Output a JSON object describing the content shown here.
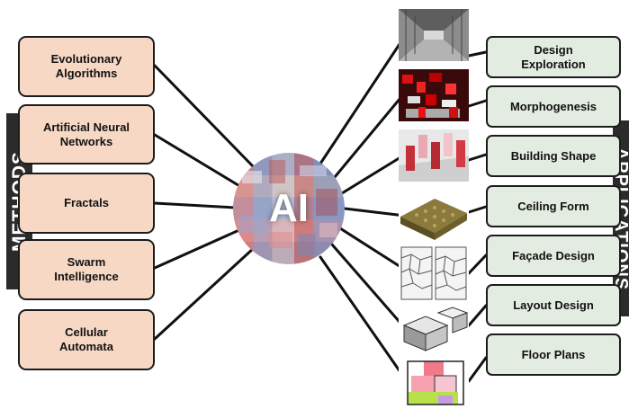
{
  "center": {
    "label": "AI"
  },
  "side_labels": {
    "left": "METHODS",
    "right": "APPLICATIONS"
  },
  "methods": [
    "Evolutionary\nAlgorithms",
    "Artificial Neural\nNetworks",
    "Fractals",
    "Swarm\nIntelligence",
    "Cellular\nAutomata"
  ],
  "applications": [
    "Design\nExploration",
    "Morphogenesis",
    "Building Shape",
    "Ceiling Form",
    "Façade Design",
    "Layout Design",
    "Floor Plans"
  ],
  "thumbnails": [
    "corridor-photo",
    "red-voxel-render",
    "building-massing-render",
    "ceiling-surface-render",
    "facade-voronoi-panels",
    "layout-3d-blocks",
    "colored-floor-plan"
  ],
  "colors": {
    "method_fill": "#f7d8c5",
    "application_fill": "#e3ece0",
    "label_bar": "#2b2b2b",
    "outline": "#1c1c1c"
  }
}
